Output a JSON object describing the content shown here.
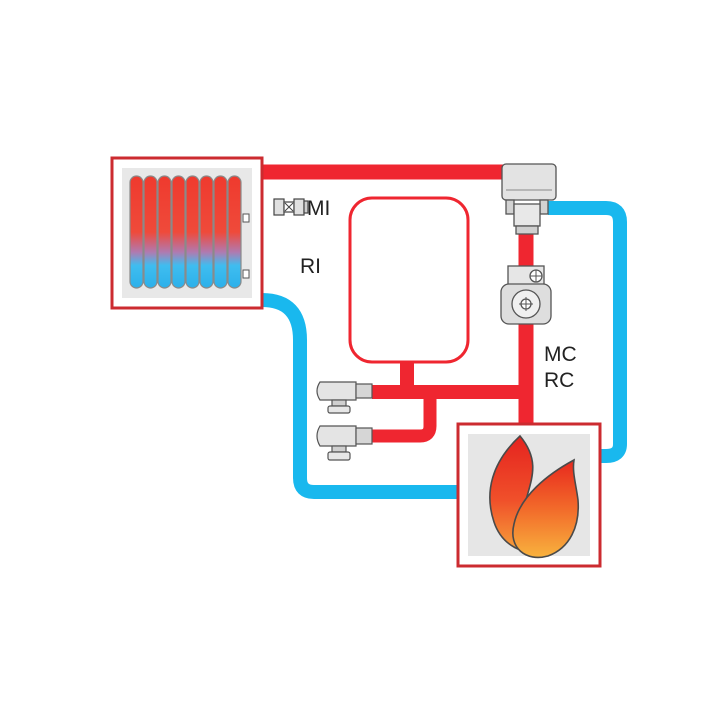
{
  "labels": {
    "mi": "MI",
    "ri": "RI",
    "mc": "MC",
    "rc": "RC"
  },
  "colors": {
    "hot": "#ef2630",
    "cold": "#19b8ee",
    "frame": "#cc2b30",
    "panel": "#e6e6e6",
    "metal": "#dcdcdc",
    "outline": "#555555"
  },
  "components": [
    {
      "id": "radiator",
      "icon": "radiator-icon"
    },
    {
      "id": "mixing-valve",
      "icon": "mixing-valve-icon"
    },
    {
      "id": "expansion-tank",
      "icon": "expansion-tank-icon"
    },
    {
      "id": "motorized-valve",
      "icon": "motorized-valve-icon"
    },
    {
      "id": "circulation-pump",
      "icon": "pump-icon"
    },
    {
      "id": "boiler",
      "icon": "flame-icon"
    },
    {
      "id": "fill-valve-top",
      "icon": "fill-valve-icon"
    },
    {
      "id": "fill-valve-bottom",
      "icon": "fill-valve-icon"
    }
  ]
}
